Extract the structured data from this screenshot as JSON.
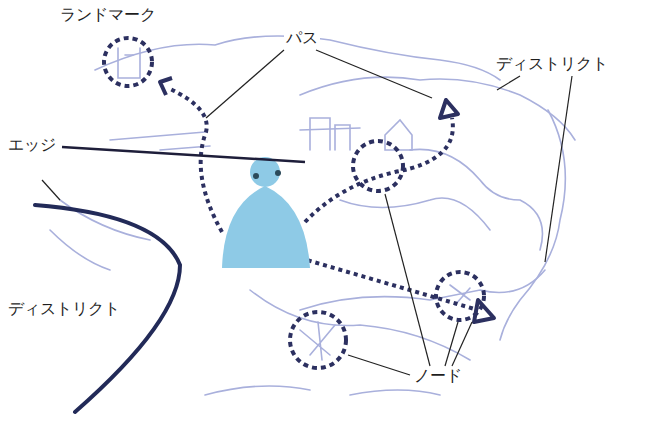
{
  "diagram": {
    "labels": [
      "ランドマーク",
      "パス",
      "ディストリクト",
      "エッジ",
      "ディストリクト",
      "ノード"
    ]
  }
}
